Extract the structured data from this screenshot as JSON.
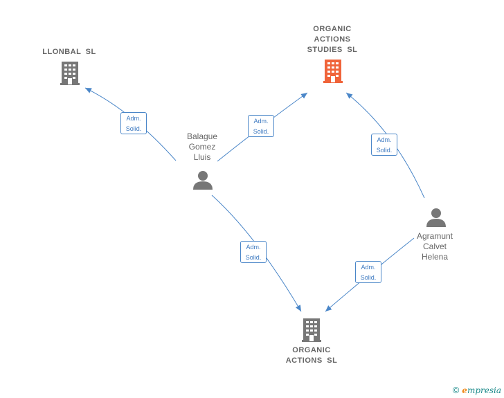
{
  "nodes": {
    "llonbal": {
      "label": "LLONBAL  SL",
      "color": "#777777"
    },
    "organic_studies": {
      "label_lines": [
        "ORGANIC",
        "ACTIONS",
        "STUDIES  SL"
      ],
      "color": "#f0643a"
    },
    "organic_actions": {
      "label_lines": [
        "ORGANIC",
        "ACTIONS  SL"
      ],
      "color": "#777777"
    },
    "balague": {
      "label_lines": [
        "Balague",
        "Gomez",
        "Lluis"
      ]
    },
    "agramunt": {
      "label_lines": [
        "Agramunt",
        "Calvet",
        "Helena"
      ]
    }
  },
  "edges": [
    {
      "id": "balague-llonbal",
      "line1": "Adm.",
      "line2": "Solid."
    },
    {
      "id": "balague-studies",
      "line1": "Adm.",
      "line2": "Solid."
    },
    {
      "id": "agramunt-studies",
      "line1": "Adm.",
      "line2": "Solid."
    },
    {
      "id": "balague-actions",
      "line1": "Adm.",
      "line2": "Solid."
    },
    {
      "id": "agramunt-actions",
      "line1": "Adm.",
      "line2": "Solid."
    }
  ],
  "colors": {
    "edge": "#4a86c8",
    "person": "#777777"
  },
  "footer": {
    "copyright": "©",
    "brand_first": "e",
    "brand_rest": "mpresia"
  }
}
